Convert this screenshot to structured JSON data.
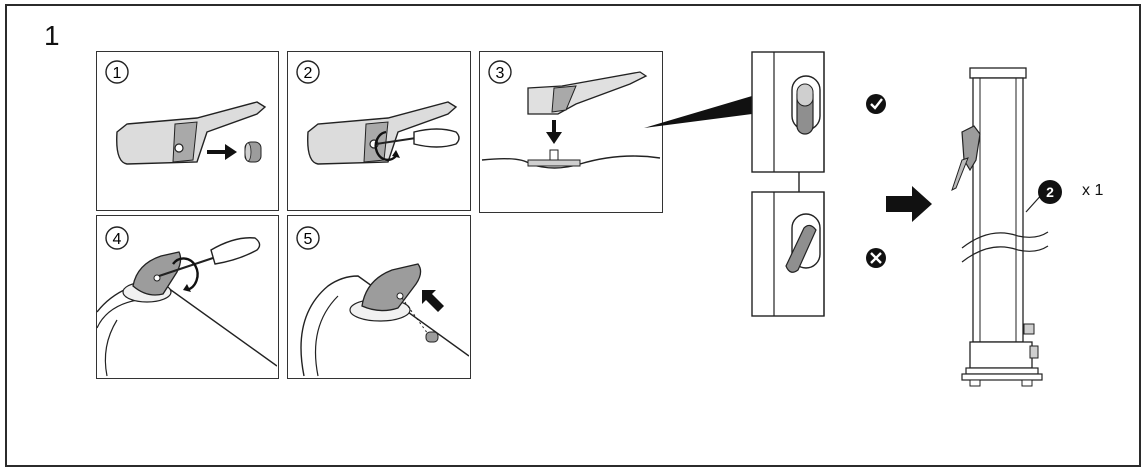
{
  "step": {
    "number": "1"
  },
  "panels": [
    {
      "label": "1"
    },
    {
      "label": "2"
    },
    {
      "label": "3"
    },
    {
      "label": "4"
    },
    {
      "label": "5"
    }
  ],
  "quantity": {
    "badge": "2",
    "text": "x 1"
  },
  "status_icons": {
    "correct": "check-circle-icon",
    "incorrect": "x-circle-icon"
  },
  "colors": {
    "line": "#222222",
    "handle_fill": "#d9d9d9",
    "handle_shade": "#a8a8a8"
  }
}
